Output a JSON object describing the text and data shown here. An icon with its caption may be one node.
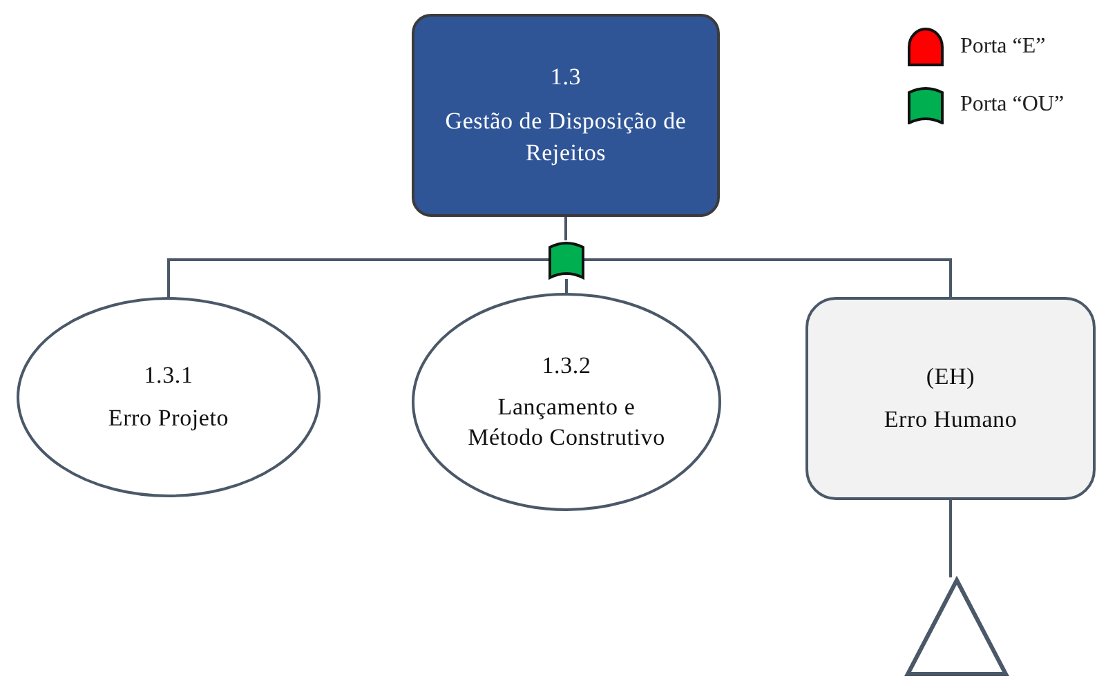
{
  "diagram": {
    "nodes": [
      {
        "text": [
          "1.3",
          "Gestão de Disposição de Rejeitos"
        ]
      },
      {
        "text": [],
        "shape": "gate"
      },
      {
        "text": [
          "1.3.1",
          "Erro Projeto"
        ]
      },
      {
        "text": [
          "1.3.2",
          "Lançamento e Método Construtivo"
        ]
      },
      {
        "text": [
          "(EH)",
          "Erro Humano"
        ]
      },
      {
        "text": [],
        "shape": "triangle"
      }
    ],
    "edges": [
      {
        "from": 0,
        "to": 1,
        "arrow": "none"
      },
      {
        "from": 1,
        "to": 2,
        "arrow": "none"
      },
      {
        "from": 1,
        "to": 3,
        "arrow": "none"
      },
      {
        "from": 1,
        "to": 4,
        "arrow": "none"
      },
      {
        "from": 4,
        "to": 5,
        "arrow": "none"
      }
    ],
    "legend": [
      {
        "text": "Porta “E”",
        "color": "#ff0000"
      },
      {
        "text": "Porta “OU”",
        "color": "#00b050"
      }
    ]
  }
}
